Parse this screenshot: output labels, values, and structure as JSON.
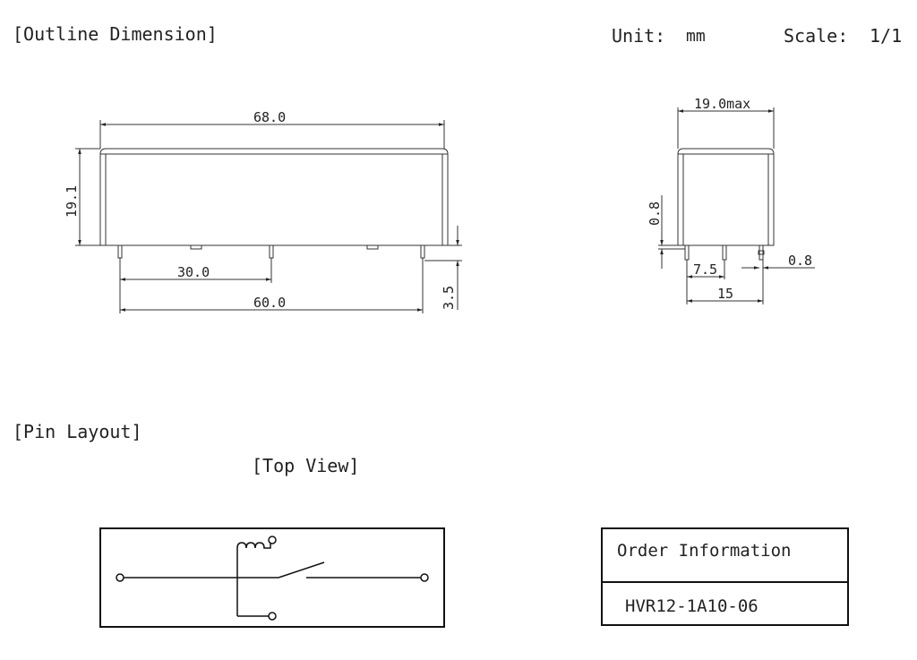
{
  "header": {
    "outline_title": "[Outline Dimension]",
    "unit_label": "Unit:",
    "unit_value": "mm",
    "scale_label": "Scale:",
    "scale_value": "1/1"
  },
  "front_view": {
    "overall_length": "68.0",
    "height": "19.1",
    "pin_spacing_1": "30.0",
    "pin_spacing_2": "60.0",
    "pin_length": "3.5"
  },
  "side_view": {
    "width": "19.0max",
    "standoff": "0.8",
    "pin_pitch_1": "7.5",
    "pin_pitch_2": "15",
    "pin_width": "0.8"
  },
  "pin_layout": {
    "title": "[Pin Layout]",
    "view_label": "[Top View]"
  },
  "order_info": {
    "header": "Order Information",
    "part_number": "HVR12-1A10-06"
  }
}
